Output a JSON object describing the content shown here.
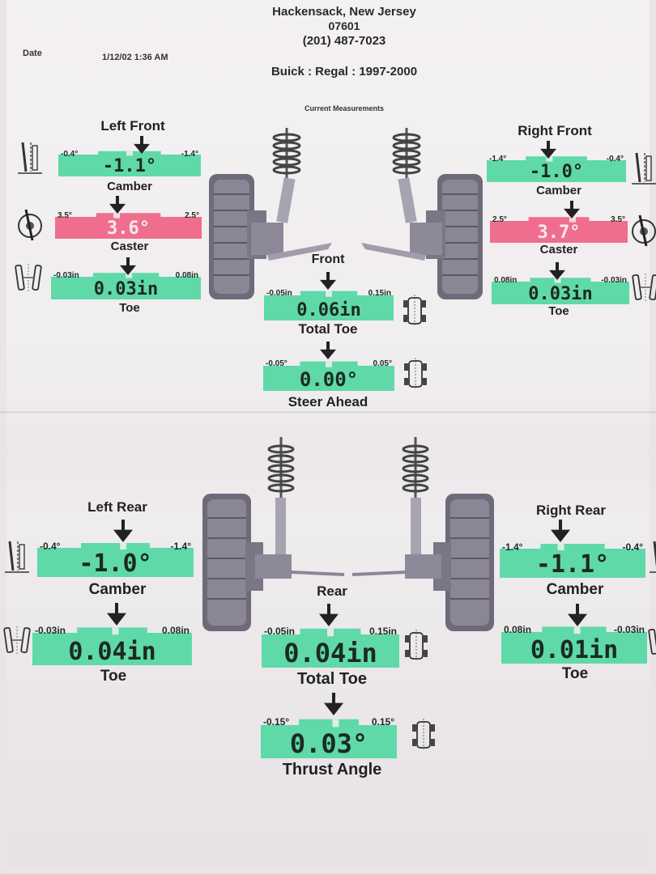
{
  "header": {
    "city": "Hackensack, New Jersey",
    "zip": "07601",
    "phone": "(201) 487-7023",
    "date_label": "Date",
    "date_value": "1/12/02 1:36 AM",
    "vehicle": "Buick : Regal : 1997-2000",
    "section_title": "Current Measurements"
  },
  "colors": {
    "green": "#5fd9a8",
    "red": "#ef6e8e",
    "ink": "#1b2a22"
  },
  "front": {
    "left_title": "Left Front",
    "right_title": "Right Front",
    "center_title": "Front",
    "left_camber": {
      "label": "Camber",
      "value": "-1.1°",
      "low": "-0.4°",
      "high": "-1.4°",
      "state": "green"
    },
    "left_caster": {
      "label": "Caster",
      "value": "3.6°",
      "low": "3.5°",
      "high": "2.5°",
      "state": "red"
    },
    "left_toe": {
      "label": "Toe",
      "value": "0.03in",
      "low": "-0.03in",
      "high": "0.08in",
      "state": "green"
    },
    "right_camber": {
      "label": "Camber",
      "value": "-1.0°",
      "low": "-1.4°",
      "high": "-0.4°",
      "state": "green"
    },
    "right_caster": {
      "label": "Caster",
      "value": "3.7°",
      "low": "2.5°",
      "high": "3.5°",
      "state": "red"
    },
    "right_toe": {
      "label": "Toe",
      "value": "0.03in",
      "low": "0.08in",
      "high": "-0.03in",
      "state": "green"
    },
    "total_toe": {
      "label": "Total Toe",
      "value": "0.06in",
      "low": "-0.05in",
      "high": "0.15in",
      "state": "green"
    },
    "steer_ahead": {
      "label": "Steer Ahead",
      "value": "0.00°",
      "low": "-0.05°",
      "high": "0.05°",
      "state": "green"
    }
  },
  "rear": {
    "left_title": "Left Rear",
    "right_title": "Right Rear",
    "center_title": "Rear",
    "left_camber": {
      "label": "Camber",
      "value": "-1.0°",
      "low": "-0.4°",
      "high": "-1.4°",
      "state": "green"
    },
    "left_toe": {
      "label": "Toe",
      "value": "0.04in",
      "low": "-0.03in",
      "high": "0.08in",
      "state": "green"
    },
    "right_camber": {
      "label": "Camber",
      "value": "-1.1°",
      "low": "-1.4°",
      "high": "-0.4°",
      "state": "green"
    },
    "right_toe": {
      "label": "Toe",
      "value": "0.01in",
      "low": "0.08in",
      "high": "-0.03in",
      "state": "green"
    },
    "total_toe": {
      "label": "Total Toe",
      "value": "0.04in",
      "low": "-0.05in",
      "high": "0.15in",
      "state": "green"
    },
    "thrust_angle": {
      "label": "Thrust Angle",
      "value": "0.03°",
      "low": "-0.15°",
      "high": "0.15°",
      "state": "green"
    }
  },
  "icons": {
    "wheel": "wheel-icon",
    "strut": "strut-assembly-icon",
    "tire": "tire-icon",
    "camber_diagram": "camber-diagram-icon",
    "caster_diagram": "caster-diagram-icon",
    "toe_diagram": "toe-diagram-icon",
    "vehicle_top": "vehicle-top-view-icon",
    "arrow": "arrow-down-icon"
  }
}
